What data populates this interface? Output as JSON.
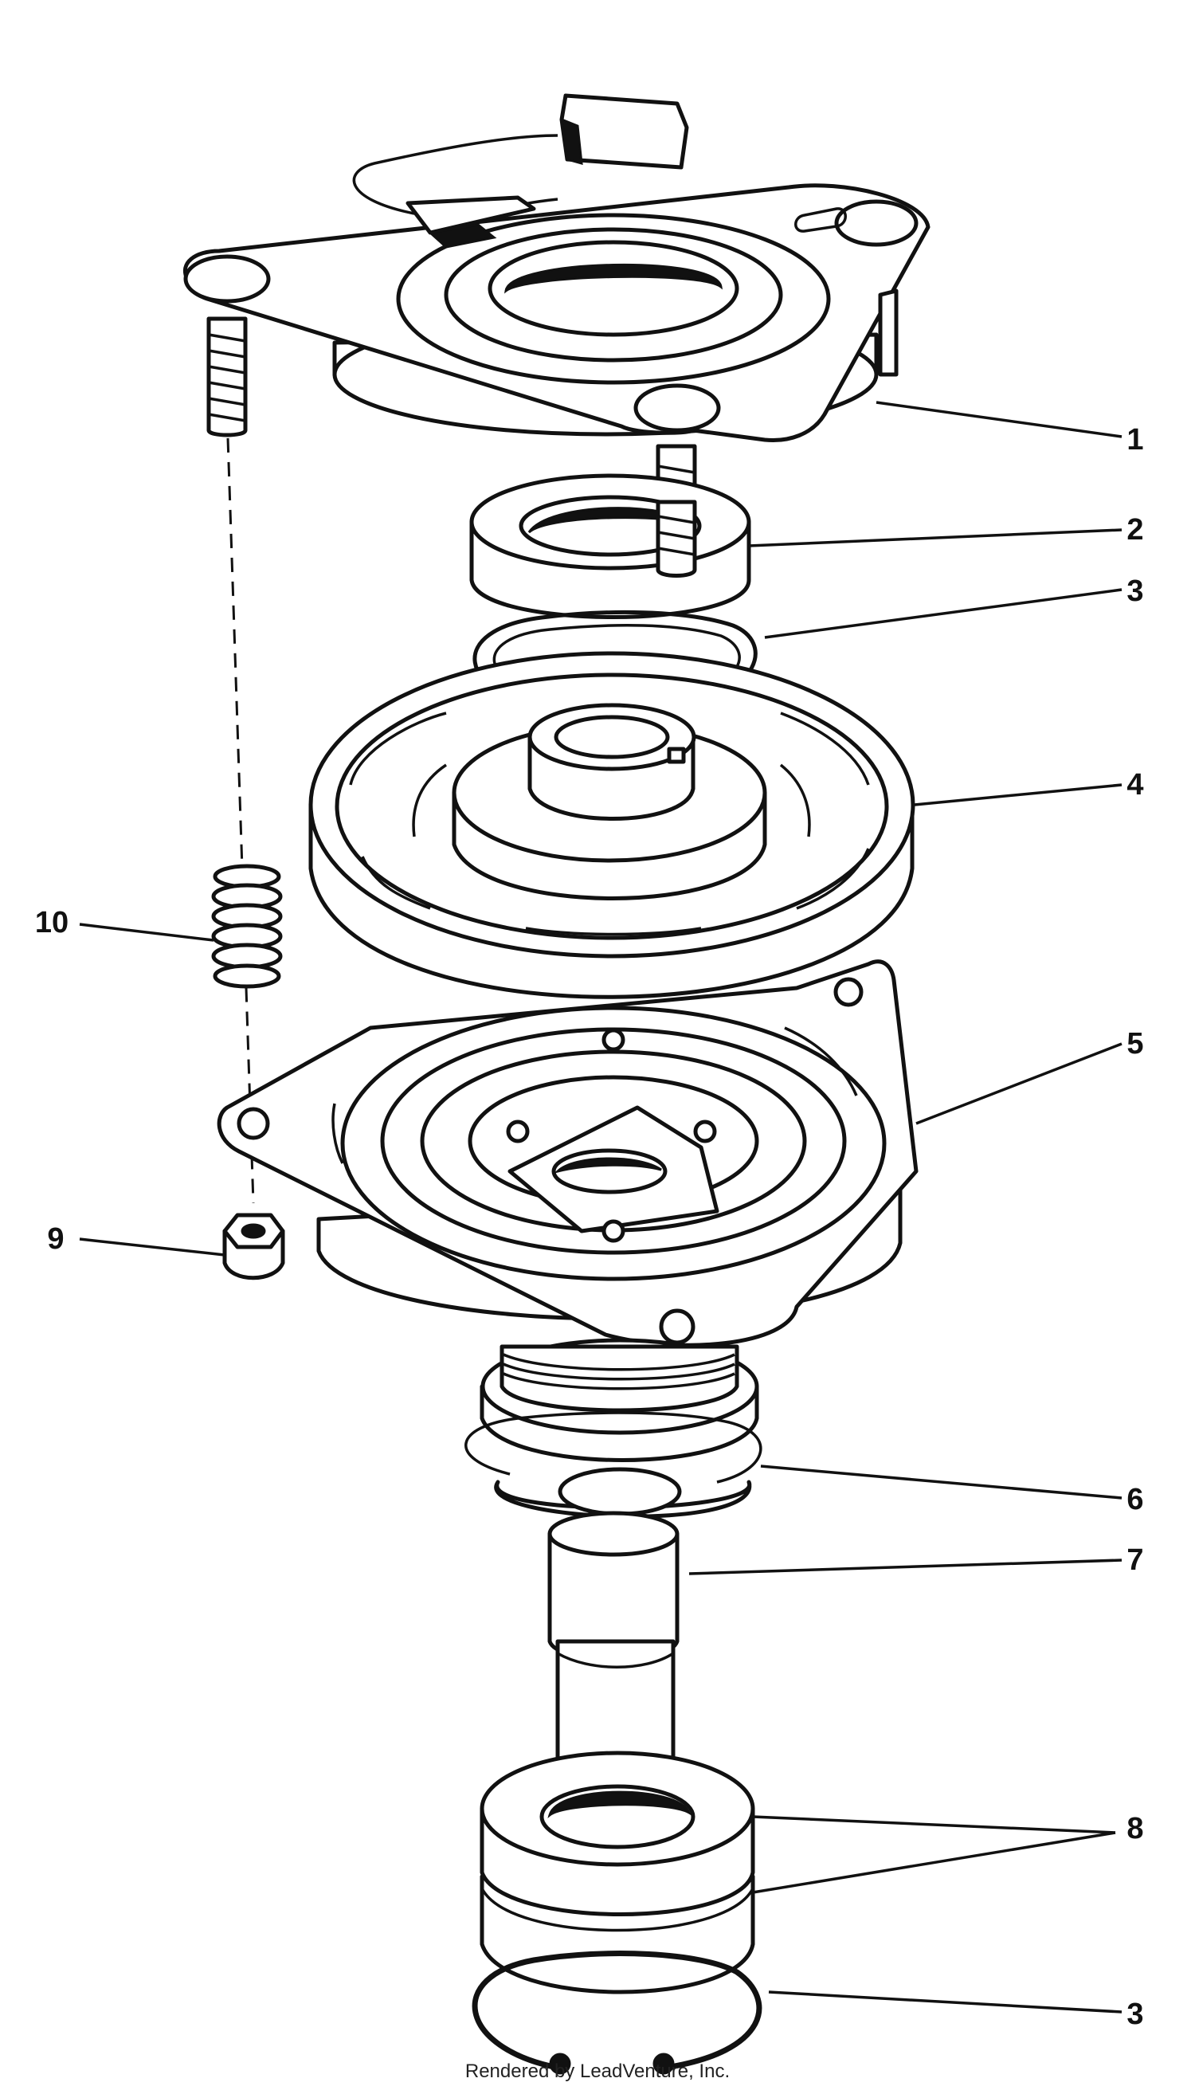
{
  "diagram": {
    "callouts": {
      "c1": "1",
      "c2": "2",
      "c3_top": "3",
      "c4": "4",
      "c5": "5",
      "c6": "6",
      "c7": "7",
      "c8": "8",
      "c3_bottom": "3",
      "c9": "9",
      "c10": "10"
    },
    "credit": "Rendered by LeadVenture, Inc."
  }
}
